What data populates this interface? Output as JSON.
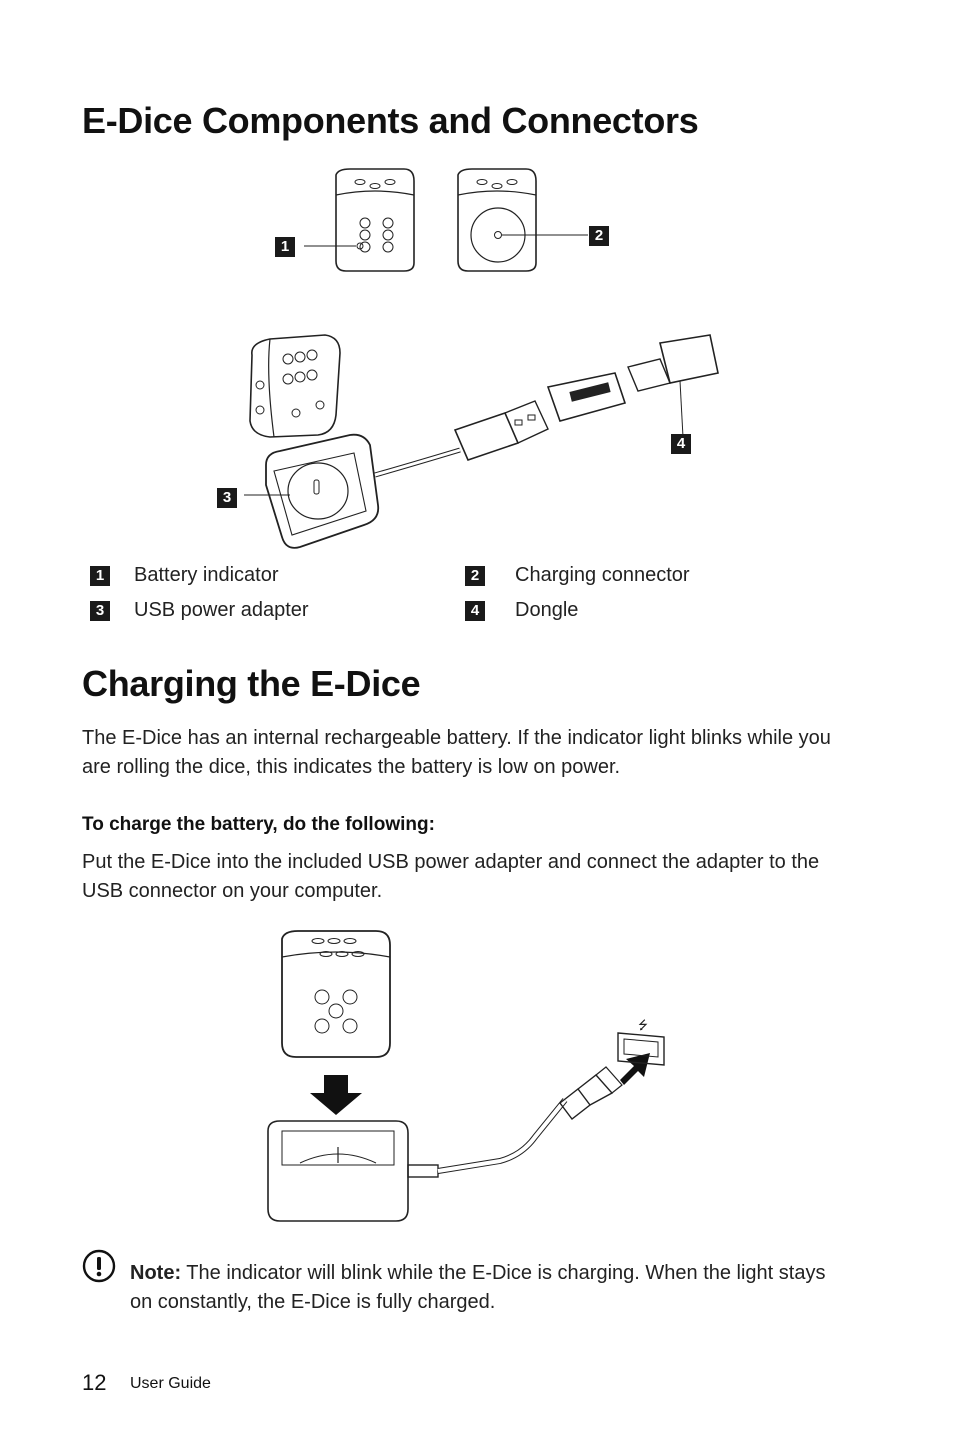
{
  "section1": {
    "title": "E-Dice Components and Connectors",
    "callouts": [
      "1",
      "2",
      "3",
      "4"
    ],
    "legend": [
      {
        "num": "1",
        "label": "Battery indicator"
      },
      {
        "num": "2",
        "label": "Charging connector"
      },
      {
        "num": "3",
        "label": "USB power adapter"
      },
      {
        "num": "4",
        "label": "Dongle"
      }
    ]
  },
  "section2": {
    "title": "Charging the E-Dice",
    "intro": "The E-Dice has an internal rechargeable battery. If the indicator light blinks while you are rolling the dice, this indicates the battery is low on power.",
    "subheading": "To charge the battery, do the following:",
    "instruction": "Put the E-Dice into the included USB power adapter and connect the adapter to the USB connector on your computer."
  },
  "note": {
    "label": "Note:",
    "text": " The indicator will blink while the E-Dice is charging. When the light stays on constantly, the E-Dice is fully charged."
  },
  "footer": {
    "page": "12",
    "doc": "User Guide"
  },
  "icons": {
    "note": "exclamation-circle-icon"
  }
}
